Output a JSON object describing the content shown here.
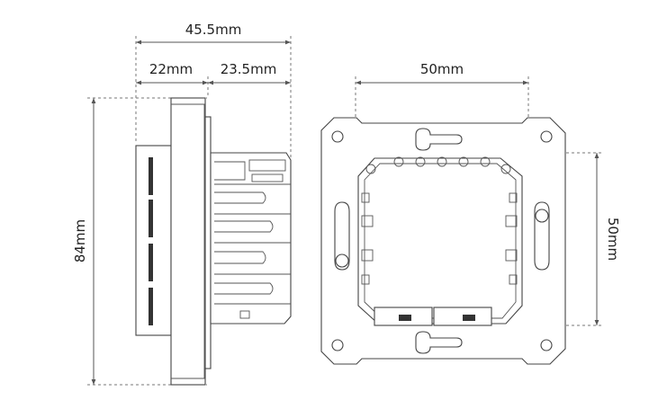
{
  "dimensions": {
    "total_depth": "45.5mm",
    "front_depth": "22mm",
    "back_depth": "23.5mm",
    "height": "84mm",
    "mount_width": "50mm",
    "mount_height": "50mm"
  },
  "colors": {
    "line": "#444444",
    "dash": "#777777",
    "background": "#ffffff"
  }
}
